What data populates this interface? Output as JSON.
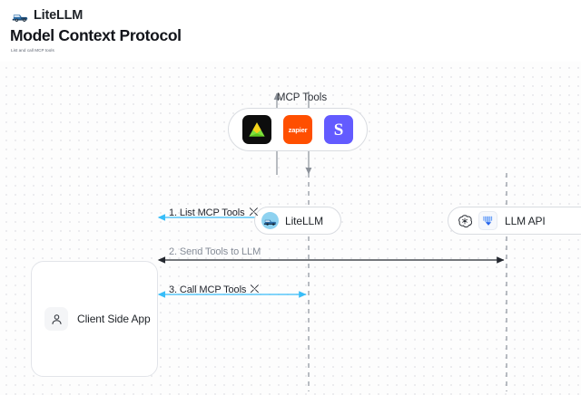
{
  "header": {
    "brand_name": "LiteLLM",
    "brand_logo_icon": "litellm-truck-logo-icon",
    "title": "Model Context Protocol",
    "subtitle": "List and call MCP tools"
  },
  "canvas": {
    "mcp_tools": {
      "label": "MCP Tools",
      "tools": [
        {
          "name": "ably-tool-icon",
          "label": "",
          "bg": "#0d0d0d"
        },
        {
          "name": "zapier-tool-icon",
          "label": "zapier",
          "bg": "#ff4f00"
        },
        {
          "name": "stripe-tool-icon",
          "label": "S",
          "bg": "#635bff"
        }
      ]
    },
    "litellm_node": {
      "label": "LiteLLM",
      "avatar_icon": "litellm-avatar-icon"
    },
    "llm_api_node": {
      "label": "LLM API",
      "provider_icons": [
        "openai-icon",
        "anthropic-icon"
      ]
    },
    "client_node": {
      "label": "Client Side App",
      "icon": "user-icon"
    },
    "steps": [
      {
        "text": "1. List MCP Tools",
        "icon": "tools-icon",
        "color": "#22262e"
      },
      {
        "text": "2. Send Tools to LLM",
        "icon": "",
        "color": "#868d98"
      },
      {
        "text": "3. Call MCP Tools",
        "icon": "tools-icon",
        "color": "#22262e"
      }
    ],
    "colors": {
      "accent_arrow": "#38bdf8",
      "dark_arrow": "#3b3f46",
      "lifeline": "#9aa0a8",
      "node_border": "#d9dce1",
      "canvas_bg": "#fdfdfd",
      "dot_grid": "#e6e6ea"
    }
  }
}
